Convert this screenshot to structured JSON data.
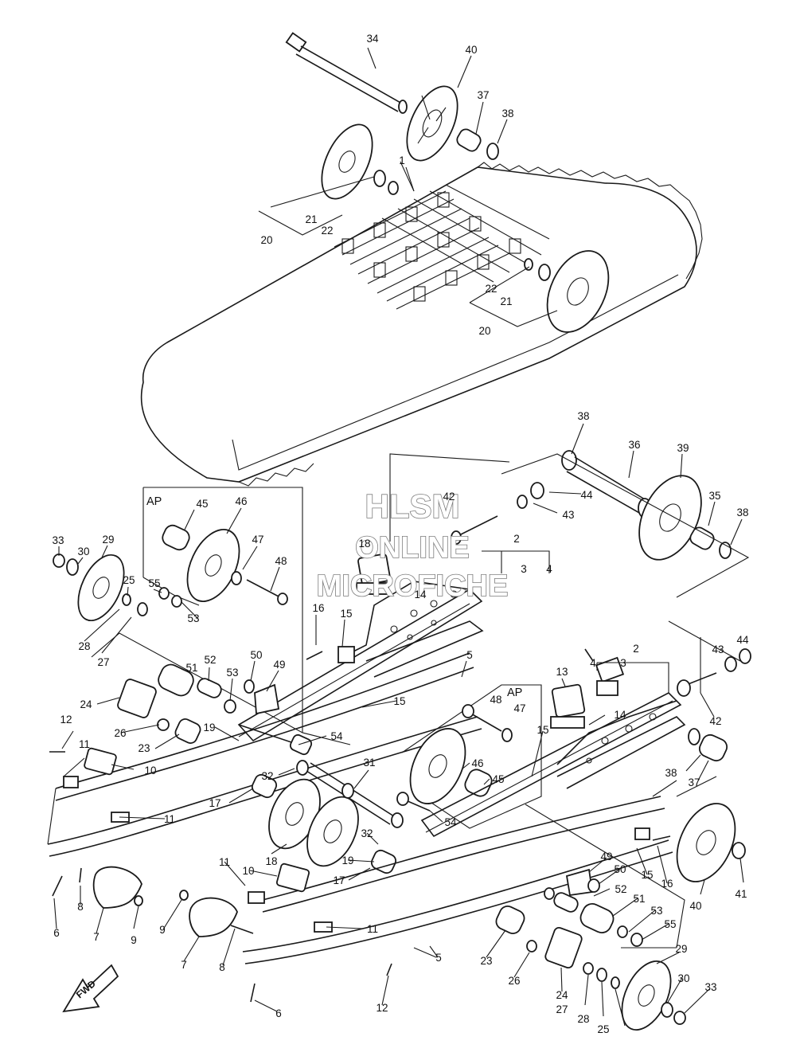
{
  "watermark": {
    "line1": "HLSM",
    "line2": "ONLINE",
    "line3": "MICROFICHE"
  },
  "direction_arrow": "FWD",
  "box_labels": [
    "AP",
    "AP"
  ],
  "callouts": [
    "34",
    "40",
    "37",
    "38",
    "1",
    "21",
    "22",
    "20",
    "22",
    "21",
    "20",
    "38",
    "36",
    "39",
    "42",
    "44",
    "43",
    "35",
    "38",
    "2",
    "3",
    "4",
    "18",
    "14",
    "33",
    "30",
    "29",
    "45",
    "46",
    "47",
    "48",
    "25",
    "55",
    "53",
    "16",
    "15",
    "28",
    "27",
    "51",
    "52",
    "50",
    "49",
    "53",
    "5",
    "24",
    "15",
    "13",
    "2",
    "3",
    "4",
    "43",
    "44",
    "12",
    "26",
    "23",
    "19",
    "54",
    "48",
    "47",
    "15",
    "14",
    "42",
    "11",
    "10",
    "31",
    "38",
    "37",
    "46",
    "45",
    "17",
    "32",
    "54",
    "40",
    "41",
    "11",
    "32",
    "18",
    "19",
    "17",
    "49",
    "50",
    "15",
    "16",
    "11",
    "10",
    "52",
    "53",
    "51",
    "55",
    "6",
    "8",
    "7",
    "9",
    "9",
    "7",
    "8",
    "11",
    "23",
    "26",
    "24",
    "27",
    "28",
    "25",
    "29",
    "30",
    "33",
    "5",
    "12",
    "6"
  ]
}
